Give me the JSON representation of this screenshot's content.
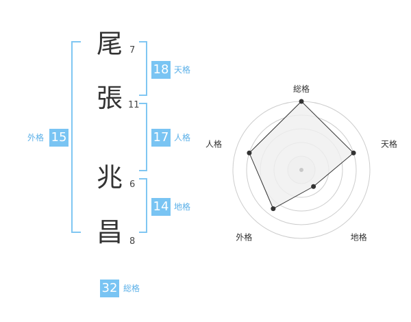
{
  "name": {
    "chars": [
      {
        "char": "尾",
        "strokes": "7"
      },
      {
        "char": "張",
        "strokes": "11"
      },
      {
        "char": "兆",
        "strokes": "6"
      },
      {
        "char": "昌",
        "strokes": "8"
      }
    ]
  },
  "kakusu": {
    "tenkaku": {
      "value": "18",
      "label": "天格"
    },
    "jinkaku": {
      "value": "17",
      "label": "人格"
    },
    "chikaku": {
      "value": "14",
      "label": "地格"
    },
    "gaikaku": {
      "value": "15",
      "label": "外格"
    },
    "soukaku": {
      "value": "32",
      "label": "総格"
    }
  },
  "chart_data": {
    "type": "radar",
    "axes": [
      "総格",
      "天格",
      "地格",
      "外格",
      "人格"
    ],
    "values": [
      5,
      4,
      1.5,
      3.5,
      4
    ],
    "max": 5,
    "rings": 5,
    "colors": {
      "fill": "#efefef",
      "line": "#333333",
      "point": "#333333",
      "ring": "#cccccc"
    }
  },
  "colors": {
    "accent": "#79c4f3",
    "bracket": "#7fc6f2"
  }
}
